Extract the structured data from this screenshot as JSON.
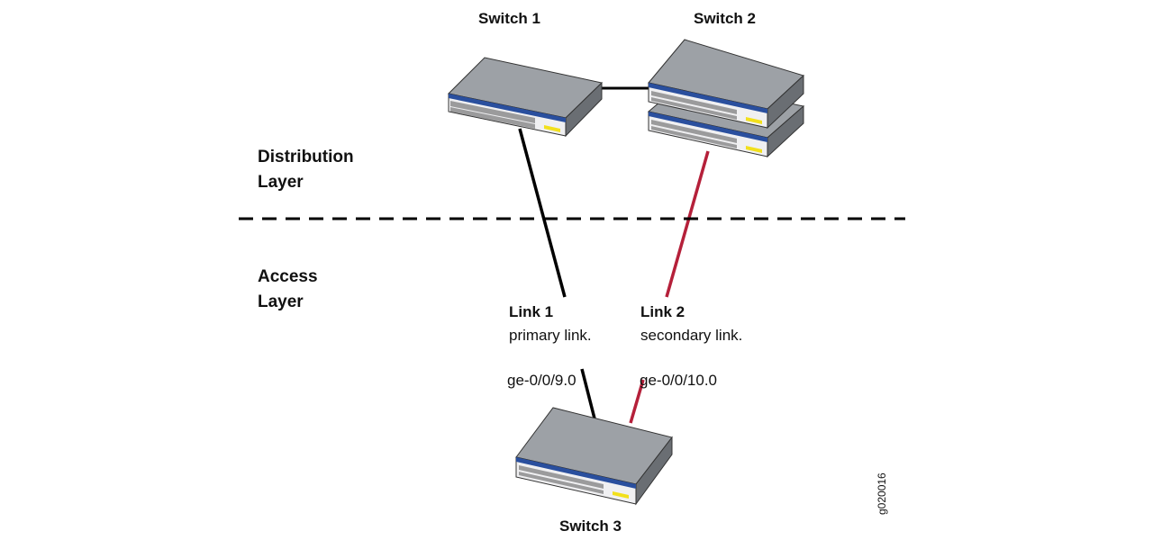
{
  "diagram": {
    "switches": {
      "switch1": "Switch 1",
      "switch2": "Switch 2",
      "switch3": "Switch 3"
    },
    "layers": {
      "distribution_line1": "Distribution",
      "distribution_line2": "Layer",
      "access_line1": "Access",
      "access_line2": "Layer"
    },
    "links": {
      "link1_title": "Link 1",
      "link1_desc": "primary link.",
      "link1_iface": "ge-0/0/9.0",
      "link2_title": "Link 2",
      "link2_desc": "secondary link.",
      "link2_iface": "ge-0/0/10.0"
    },
    "figure_id": "g020016"
  },
  "colors": {
    "primary_link": "#000000",
    "secondary_link": "#b5203a",
    "switch_body": "#9a9ea3",
    "switch_front": "#2a4f9e",
    "switch_led": "#f2e01c"
  }
}
